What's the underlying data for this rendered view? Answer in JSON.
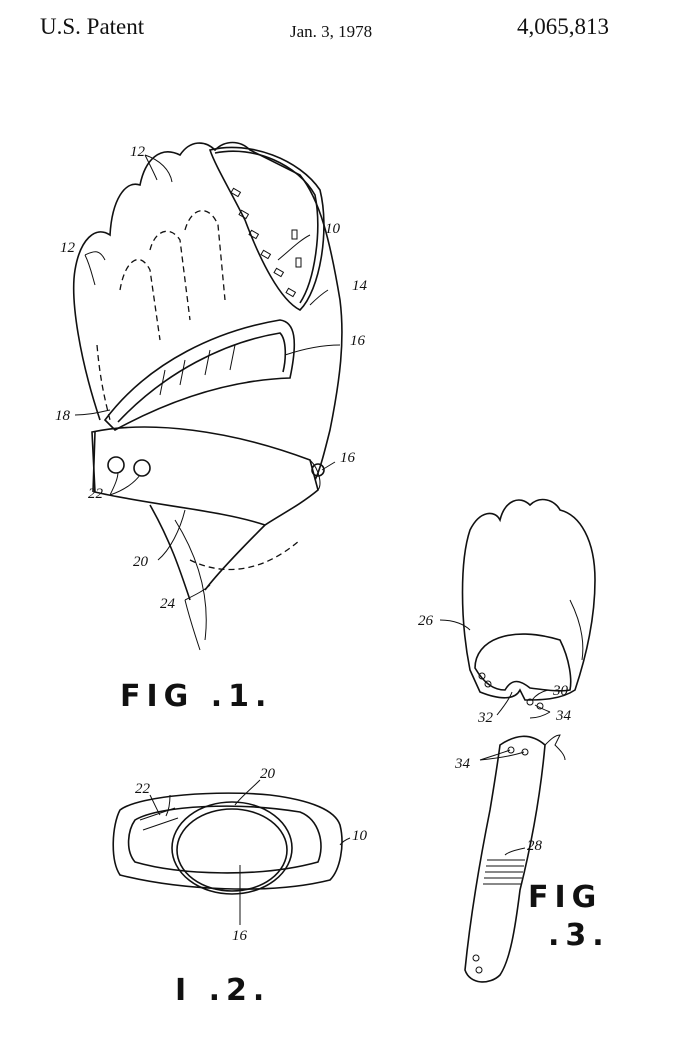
{
  "header": {
    "left": "U.S. Patent",
    "date": "Jan. 3, 1978",
    "number": "4,065,813"
  },
  "figure1": {
    "caption": "FIG .1.",
    "labels": [
      "12",
      "12",
      "10",
      "14",
      "16",
      "18",
      "16",
      "22",
      "20",
      "24"
    ]
  },
  "figure2": {
    "caption": "I   .2.",
    "labels": [
      "22",
      "20",
      "10",
      "16"
    ]
  },
  "figure3": {
    "caption_top": "FIG",
    "caption_bottom": ".3.",
    "labels": [
      "26",
      "30",
      "32",
      "34",
      "34",
      "28"
    ]
  }
}
